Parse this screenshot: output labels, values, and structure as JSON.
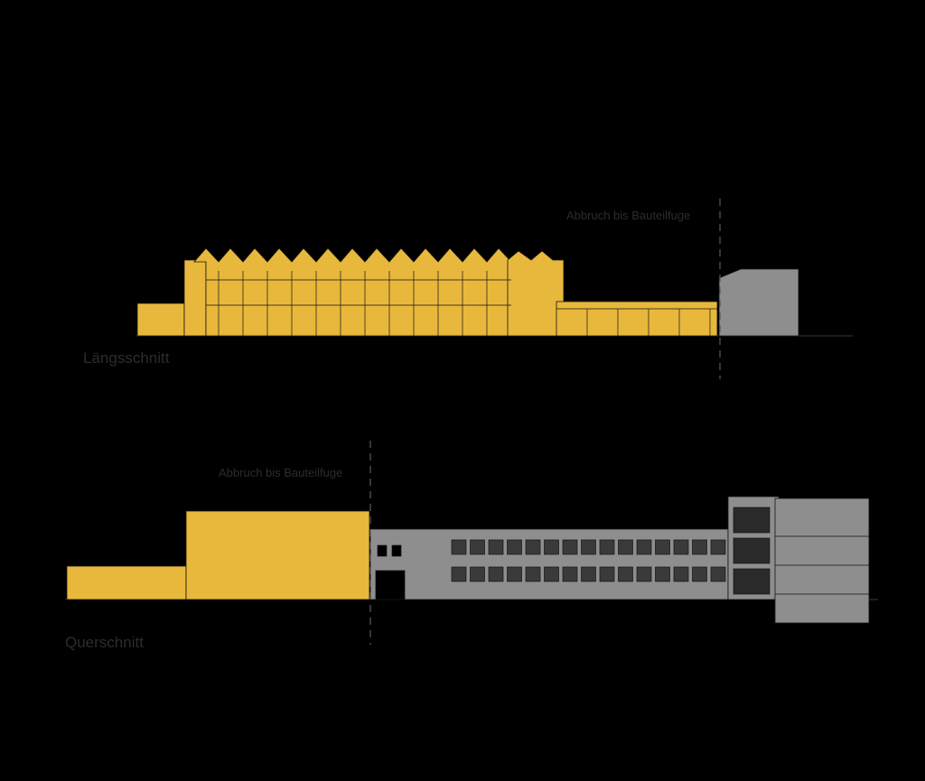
{
  "colors": {
    "background": "#000000",
    "demolished_fill": "#e8b83c",
    "existing_fill": "#8e8e8e",
    "line": "#151515",
    "label_text": "#2c2c2c",
    "ground_line": "#3a3a3a"
  },
  "legend": {},
  "sections": [
    {
      "id": "laengsschnitt",
      "title": "Längsschnitt",
      "annotation": "Abbruch bis Bauteilfuge"
    },
    {
      "id": "querschnitt",
      "title": "Querschnitt",
      "annotation": "Abbruch bis Bauteilfuge"
    }
  ]
}
